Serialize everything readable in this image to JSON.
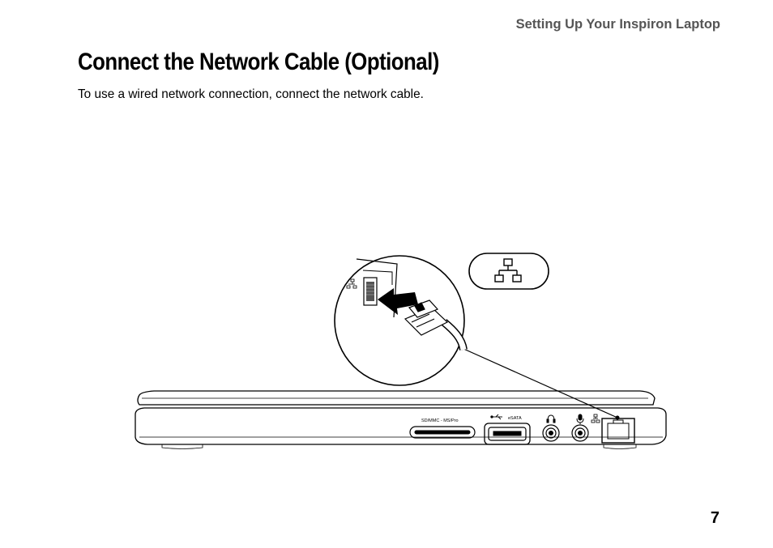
{
  "header": {
    "running_title": "Setting Up Your Inspiron Laptop"
  },
  "main": {
    "title": "Connect the Network Cable (Optional)",
    "intro": "To use a wired network connection, connect the network cable."
  },
  "illustration": {
    "port_labels": {
      "card_reader": "SD/MMC - MS/Pro",
      "esata": "eSATA"
    },
    "icons": [
      "network-icon",
      "usb-icon",
      "headphone-icon",
      "microphone-icon",
      "arrow-icon"
    ]
  },
  "footer": {
    "page_number": "7"
  }
}
